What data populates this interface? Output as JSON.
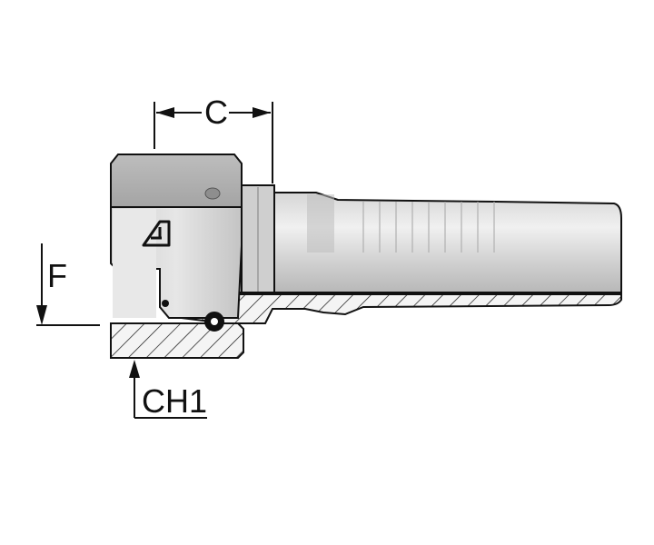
{
  "labels": {
    "c": "C",
    "f": "F",
    "ch1": "CH1"
  },
  "colors": {
    "line": "#111111",
    "metal_light": "#e4e4e4",
    "metal_mid": "#c8c8c8",
    "metal_dark": "#9a9a9a",
    "section": "#f2f2f2",
    "background": "#ffffff"
  },
  "icons": {
    "logo": "brand-logo-icon"
  }
}
